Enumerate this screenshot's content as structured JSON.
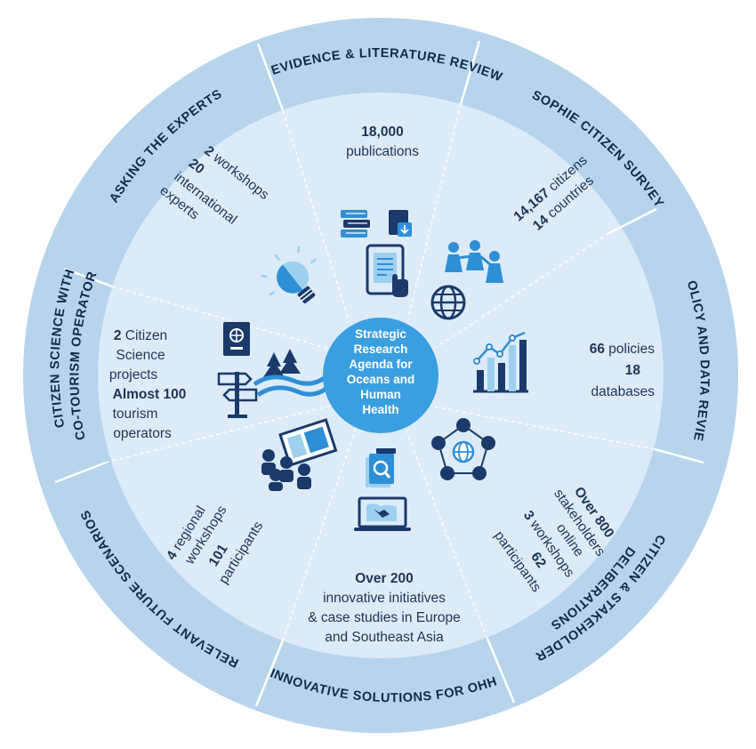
{
  "center": {
    "lines": [
      "Strategic",
      "Research",
      "Agenda for",
      "Oceans and",
      "Human",
      "Health"
    ]
  },
  "ring_labels": {
    "evidence": "EVIDENCE & LITERATURE REVIEW",
    "survey": "SOPHIE CITIZEN SURVEY",
    "policy": "POLICY AND DATA REVIEW",
    "deliberations_1": "CITIZEN & STAKEHOLDER",
    "deliberations_2": "DELIBERATIONS",
    "innovative": "INNOVATIVE SOLUTIONS FOR OHH",
    "scenarios": "RELEVANT FUTURE SCENARIOS",
    "citizen_science_1": "CITIZEN SCIENCE WITH",
    "citizen_science_2": "ECO-TOURISM OPERATORS",
    "experts": "ASKING THE EXPERTS"
  },
  "segments": {
    "evidence": {
      "number": "18,000",
      "text": "publications"
    },
    "survey": {
      "n1": "14,167",
      "t1": "citizens",
      "n2": "14",
      "t2": "countries"
    },
    "policy": {
      "n1": "66",
      "t1": "policies",
      "n2": "18",
      "t2": "databases"
    },
    "deliberations": {
      "n1": "Over 800",
      "t1a": "stakeholders",
      "t1b": "online",
      "n2": "3",
      "t2": "workshops",
      "n3": "62",
      "t3": "participants"
    },
    "innovative": {
      "number": "Over 200",
      "line1": "innovative initiatives",
      "line2": "& case studies in Europe",
      "line3": "and Southeast Asia"
    },
    "scenarios": {
      "n1": "4",
      "t1a": "regional",
      "t1b": "workshops",
      "n2": "101",
      "t2": "participants"
    },
    "citizen_science": {
      "n1": "2",
      "t1a": "Citizen",
      "t1b": "Science",
      "t1c": "projects",
      "n2": "Almost 100",
      "t2a": "tourism",
      "t2b": "operators"
    },
    "experts": {
      "n1": "2",
      "t1": "workshops",
      "n2": "20",
      "t2a": "international",
      "t2b": "experts"
    }
  },
  "icons": [
    "books-icon",
    "tablet-document-icon",
    "people-group-icon",
    "globe-icon",
    "bar-chart-icon",
    "network-people-icon",
    "folder-search-icon",
    "laptop-map-icon",
    "audience-presentation-icon",
    "passport-icon",
    "signpost-icon",
    "island-waves-icon",
    "lightbulb-icon"
  ],
  "colors": {
    "outer_ring": "#b7d4ec",
    "inner_disc": "#dcebf7",
    "center": "#3a9fe0",
    "navy": "#1b3a6b",
    "blue": "#2f8fd6",
    "text": "#1d3557"
  }
}
